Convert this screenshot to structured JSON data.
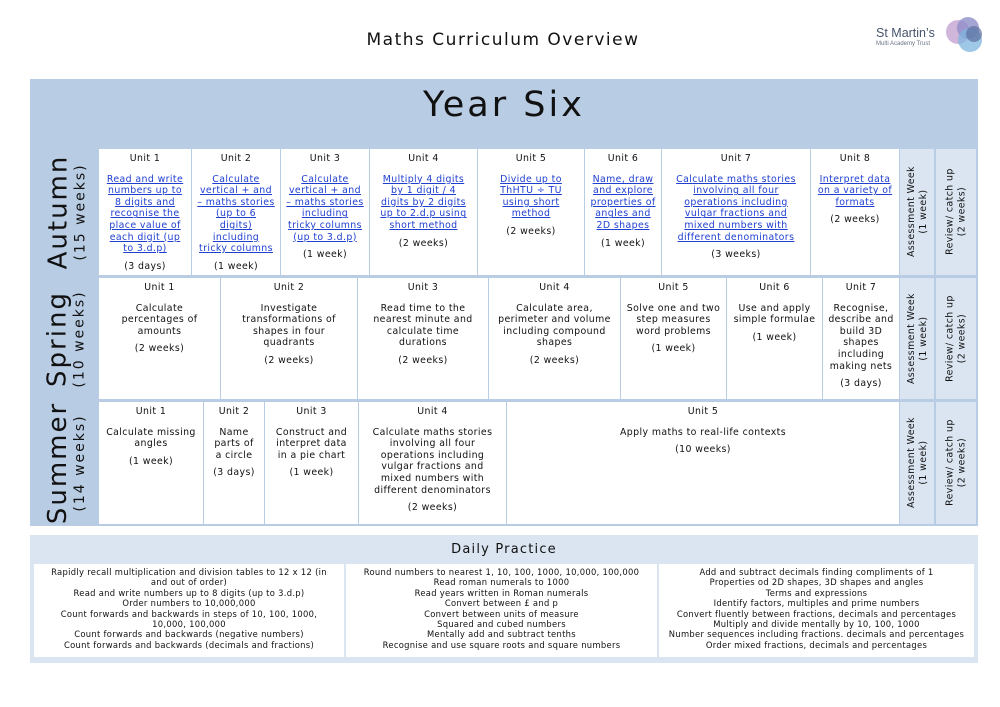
{
  "header": {
    "title": "Maths Curriculum Overview",
    "logo_name": "St Martin’s",
    "logo_sub": "Multi Academy Trust"
  },
  "year_title": "Year Six",
  "side_columns": {
    "assessment": [
      "Assessment Week",
      "(1 week)"
    ],
    "review": [
      "Review/ catch up",
      "(2 weeks)"
    ]
  },
  "terms": [
    {
      "name": "Autumn",
      "weeks": "(15 weeks)",
      "units": [
        {
          "unit": "Unit 1",
          "desc": [
            "Read and write",
            "numbers up to",
            "8 digits and",
            "recognise the",
            "place value of",
            "each digit (up",
            "to 3.d.p)"
          ],
          "duration": "(3 days)",
          "link": true
        },
        {
          "unit": "Unit 2",
          "desc": [
            "Calculate",
            "vertical + and",
            "– maths stories",
            "(up to 6",
            "digits)",
            "including",
            "tricky columns"
          ],
          "duration": "(1 week)",
          "link": true
        },
        {
          "unit": "Unit 3",
          "desc": [
            "Calculate",
            "vertical + and",
            "– maths stories",
            "including",
            "tricky columns",
            "(up to 3.d.p)"
          ],
          "duration": "(1 week)",
          "link": true
        },
        {
          "unit": "Unit 4",
          "desc": [
            "Multiply 4 digits",
            "by 1 digit / 4",
            "digits by 2 digits",
            "up to 2.d.p using",
            "short method"
          ],
          "duration": "(2 weeks)",
          "link": true
        },
        {
          "unit": "Unit 5",
          "desc": [
            "Divide up to",
            "ThHTU ÷ TU",
            "using short",
            "method"
          ],
          "duration": "(2 weeks)",
          "link": true
        },
        {
          "unit": "Unit 6",
          "desc": [
            "Name, draw",
            "and explore",
            "properties of",
            "angles and",
            "2D shapes"
          ],
          "duration": "(1 week)",
          "link": true
        },
        {
          "unit": "Unit 7",
          "desc": [
            "Calculate maths stories",
            "involving all four",
            "operations including",
            "vulgar fractions and",
            "mixed numbers with",
            "different denominators"
          ],
          "duration": "(3 weeks)",
          "link": true
        },
        {
          "unit": "Unit 8",
          "desc": [
            "Interpret data",
            "on a variety of",
            "formats"
          ],
          "duration": "(2 weeks)",
          "link": true
        }
      ]
    },
    {
      "name": "Spring",
      "weeks": "(10 weeks)",
      "units": [
        {
          "unit": "Unit 1",
          "desc": [
            "Calculate",
            "percentages of",
            "amounts"
          ],
          "duration": "(2 weeks)",
          "link": false
        },
        {
          "unit": "Unit 2",
          "desc": [
            "Investigate",
            "transformations of",
            "shapes in four",
            "quadrants"
          ],
          "duration": "(2 weeks)",
          "link": false
        },
        {
          "unit": "Unit 3",
          "desc": [
            "Read time to the",
            "nearest minute and",
            "calculate time",
            "durations"
          ],
          "duration": "(2 weeks)",
          "link": false
        },
        {
          "unit": "Unit 4",
          "desc": [
            "Calculate area,",
            "perimeter and volume",
            "including compound",
            "shapes"
          ],
          "duration": "(2 weeks)",
          "link": false
        },
        {
          "unit": "Unit 5",
          "desc": [
            "Solve one and two",
            "step measures",
            "word problems"
          ],
          "duration": "(1 week)",
          "link": false
        },
        {
          "unit": "Unit 6",
          "desc": [
            "Use and apply",
            "simple formulae"
          ],
          "duration": "(1 week)",
          "link": false
        },
        {
          "unit": "Unit 7",
          "desc": [
            "Recognise,",
            "describe and",
            "build 3D",
            "shapes",
            "including",
            "making nets"
          ],
          "duration": "(3 days)",
          "link": false
        }
      ]
    },
    {
      "name": "Summer",
      "weeks": "(14 weeks)",
      "units": [
        {
          "unit": "Unit 1",
          "desc": [
            "Calculate missing",
            "angles"
          ],
          "duration": "(1 week)",
          "link": false
        },
        {
          "unit": "Unit 2",
          "desc": [
            "Name",
            "parts of",
            "a circle"
          ],
          "duration": "(3 days)",
          "link": false
        },
        {
          "unit": "Unit 3",
          "desc": [
            "Construct and",
            "interpret data",
            "in a pie chart"
          ],
          "duration": "(1 week)",
          "link": false
        },
        {
          "unit": "Unit 4",
          "desc": [
            "Calculate maths stories",
            "involving all four",
            "operations including",
            "vulgar fractions and",
            "mixed numbers with",
            "different denominators"
          ],
          "duration": "(2 weeks)",
          "link": false
        },
        {
          "unit": "Unit 5",
          "desc": [
            "Apply maths to real-life contexts"
          ],
          "duration": "(10 weeks)",
          "link": false
        }
      ]
    }
  ],
  "daily_practice": {
    "title": "Daily Practice",
    "columns": [
      [
        "Rapidly recall multiplication and division tables to 12 x 12 (in",
        "and out of order)",
        "Read and write numbers up to 8 digits (up to 3.d.p)",
        "Order numbers to 10,000,000",
        "Count forwards and backwards in steps of 10, 100, 1000,",
        "10,000, 100,000",
        "Count forwards and backwards (negative numbers)",
        "Count forwards and backwards (decimals and fractions)"
      ],
      [
        "Round numbers to nearest 1, 10, 100, 1000, 10,000, 100,000",
        "Read roman numerals to 1000",
        "Read years written in Roman numerals",
        "Convert between £ and p",
        "Convert between units of measure",
        "Squared and cubed numbers",
        "Mentally add and subtract tenths",
        "Recognise and use square roots and square numbers"
      ],
      [
        "Add and subtract decimals finding compliments of 1",
        "Properties od 2D shapes, 3D shapes and angles",
        "Terms and expressions",
        "Identify factors, multiples and prime numbers",
        "Convert fluently between fractions, decimals and percentages",
        "Multiply and divide mentally by 10, 100, 1000",
        "Number sequences including fractions. decimals and percentages",
        "Order mixed fractions, decimals and percentages"
      ]
    ]
  }
}
